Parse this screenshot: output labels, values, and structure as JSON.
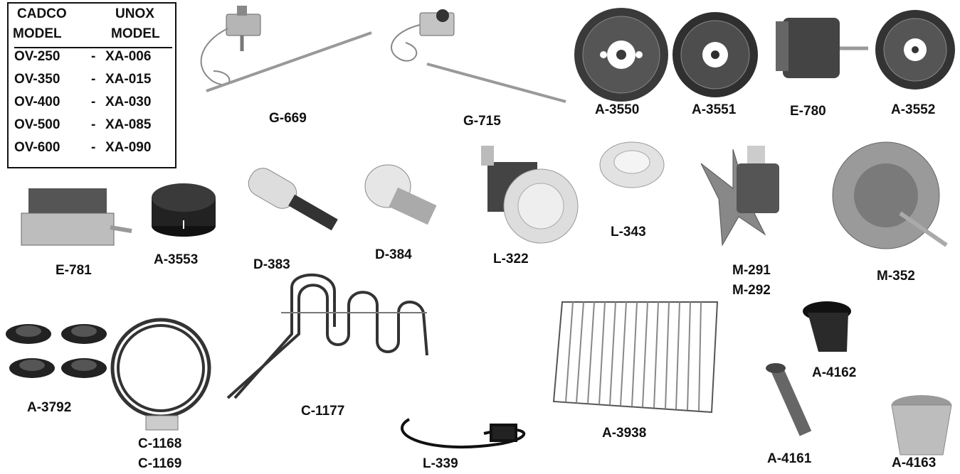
{
  "cross_reference": {
    "header_left_line1": "CADCO",
    "header_left_line2": "MODEL",
    "header_right_line1": "UNOX",
    "header_right_line2": "MODEL",
    "separator": "-",
    "rows": [
      {
        "cadco": "OV-250",
        "unox": "XA-006"
      },
      {
        "cadco": "OV-350",
        "unox": "XA-015"
      },
      {
        "cadco": "OV-400",
        "unox": "XA-030"
      },
      {
        "cadco": "OV-500",
        "unox": "XA-085"
      },
      {
        "cadco": "OV-600",
        "unox": "XA-090"
      }
    ]
  },
  "parts": {
    "g669": "G-669",
    "g715": "G-715",
    "a3550": "A-3550",
    "a3551": "A-3551",
    "e780": "E-780",
    "a3552": "A-3552",
    "e781": "E-781",
    "a3553": "A-3553",
    "d383": "D-383",
    "d384": "D-384",
    "l322": "L-322",
    "l343": "L-343",
    "m291": "M-291",
    "m292": "M-292",
    "m352": "M-352",
    "a3792": "A-3792",
    "c1168": "C-1168",
    "c1169": "C-1169",
    "c1177": "C-1177",
    "l339": "L-339",
    "a3938": "A-3938",
    "a4161": "A-4161",
    "a4162": "A-4162",
    "a4163": "A-4163"
  },
  "colors": {
    "metal": "#9a9a9a",
    "dark": "#2a2a2a",
    "glass": "#d8d8d8"
  }
}
